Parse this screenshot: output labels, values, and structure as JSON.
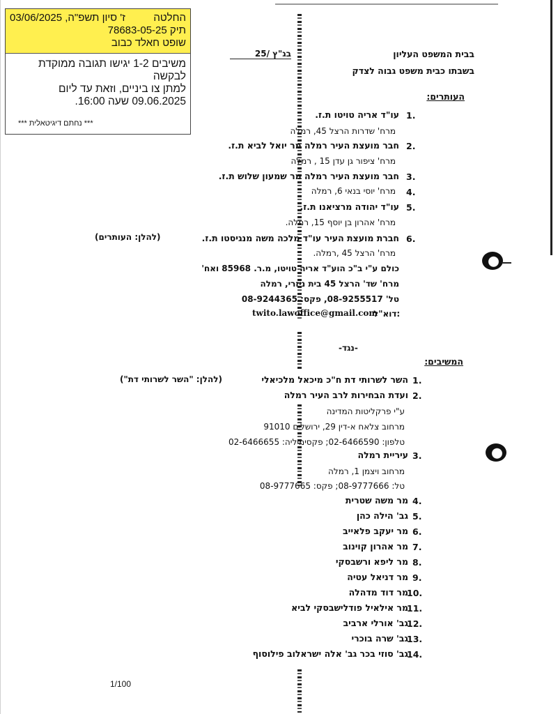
{
  "stamp": {
    "date_hebrew": "ז' סיון תשפ\"ה, 03/06/2025",
    "decision_label": "החלטה",
    "case_number": "תיק  78683-05-25",
    "judge": "שופט חאלד כבוב",
    "body_lines": [
      "משיבים 1-2 יגישו תגובה ממוקדת לבקשה",
      "למתן צו ביניים, וזאת עד ליום",
      "09.06.2025 שעה 16:00."
    ],
    "signature_note": "*** נחתם דיגיטאלית ***"
  },
  "header": {
    "court": "בבית המשפט העליון",
    "court_sub": "בשבתו כבית משפט גבוה לצדק",
    "case_ref": "בג\"ץ /25"
  },
  "petitioners": {
    "heading": "העותרים:",
    "items": [
      {
        "num": "1.",
        "name": "עו\"ד אריה טויטו ת.ז.",
        "addr": "מרח' שדרות הרצל 45, רמלה"
      },
      {
        "num": "2.",
        "name": "חבר מועצת העיר רמלה מר יואל לביא ת.ז.",
        "addr": "מרח' ציפור גן עדן 15 , רמלה"
      },
      {
        "num": "3.",
        "name": "חבר מועצת העיר רמלה מר שמעון שלוש ת.ז.",
        "addr": ""
      },
      {
        "num": "4.",
        "name": "",
        "addr": "מרח' יוסי בנאי 6, רמלה"
      },
      {
        "num": "5.",
        "name": "עו\"ד יהודה מרציאנו ת.ז.",
        "addr": "מרח' אהרון בן יוסף 15, רמלה."
      },
      {
        "num": "6.",
        "name": "חברת מועצת העיר עו\"ד מלכה משה מנגיסטו ת.ז.",
        "addr": "מרח' הרצל 45 ,רמלה."
      }
    ],
    "hereinafter": "(להלן: העותרים)",
    "counsel": "כולם ע\"י ב\"כ הוע\"ד אריה טויטו, מ.ר. 85968 ואח'",
    "counsel_addr": "מרח' שד' הרצל 45 בית ניזרי, רמלה",
    "phone": "טל' 08-9255517, פקס: 08-9244365",
    "email_label": "דוא\"ל:",
    "email": "twito.lawoffice@gmail.com"
  },
  "versus": "-נגד-",
  "respondents": {
    "heading": "המשיבים:",
    "r1": {
      "num": "1.",
      "name": "השר לשרותי דת ח\"כ מיכאל מלכיאלי",
      "note": "(להלן: \"השר לשרותי דת\")"
    },
    "r2": {
      "num": "2.",
      "name": "ועדת הבחירות לרב העיר רמלה",
      "lines": [
        "ע\"י פרקליטות המדינה",
        "מרחוב צלאח א-דין 29, ירושלים 91010",
        "טלפון: 02-6466590; פקסימיליה: 02-6466655"
      ]
    },
    "r3": {
      "num": "3.",
      "name": "עיריית רמלה",
      "lines": [
        "מרחוב ויצמן 1, רמלה",
        "טל: 08-9777666; פקס: 08-9777665"
      ]
    },
    "list": [
      {
        "num": "4.",
        "name": "מר משה שטרית"
      },
      {
        "num": "5.",
        "name": "גב' הילה כהן"
      },
      {
        "num": "6.",
        "name": "מר יעקב פלאייב"
      },
      {
        "num": "7.",
        "name": "מר אהרון קוינוב"
      },
      {
        "num": "8.",
        "name": "מר ליפא ורשבסקי"
      },
      {
        "num": "9.",
        "name": "מר דניאל עטיה"
      },
      {
        "num": "10.",
        "name": "מר דוד מדהלה"
      },
      {
        "num": "11.",
        "name": "מר אילאיל פודלישבסקי לביא"
      },
      {
        "num": "12.",
        "name": "גב' אורלי ארביב"
      },
      {
        "num": "13.",
        "name": "גב' שרה בוכרי"
      },
      {
        "num": "14.",
        "name": "גב' סוזי בכר גב' אלה ישראלוב פילוסוף"
      }
    ]
  },
  "page_number": "1/100"
}
